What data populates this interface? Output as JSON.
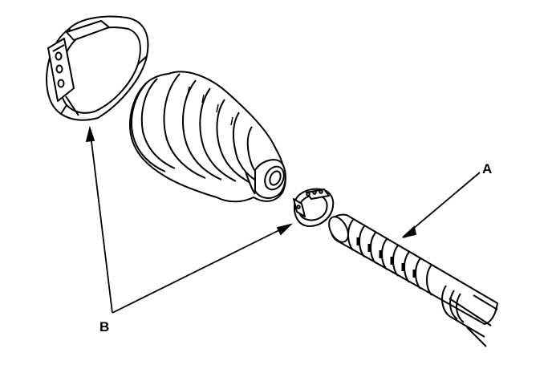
{
  "callouts": {
    "a": "A",
    "b": "B"
  },
  "parts": {
    "large_clamp": "band-clamp",
    "boot": "cv-boot",
    "small_clamp": "band-clamp",
    "shaft": "driveshaft"
  },
  "colors": {
    "line": "#000000",
    "fill": "#ffffff"
  }
}
